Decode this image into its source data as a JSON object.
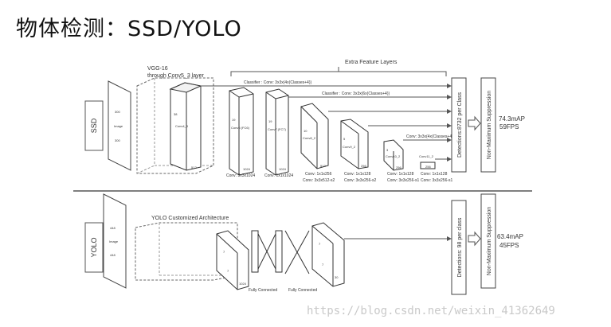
{
  "title": "物体检测：SSD/YOLO",
  "ssd": {
    "side_label": "SSD",
    "input_labels": [
      "300",
      "Image",
      "300"
    ],
    "base_label_line1": "VGG-16",
    "base_label_line2": "through Conv5_3 layer",
    "extra_layers_label": "Extra Feature Layers",
    "classifiers": [
      "Classifier : Conv: 3x3x(4x(Classes+4))",
      "Classifier : Conv: 3x3x(6x(Classes+4))",
      "Conv: 3x3x(4x(Classes+4))"
    ],
    "blocks": [
      {
        "name": "Conv4_3",
        "top": "38",
        "bottom": "512"
      },
      {
        "name": "Conv6 (FC6)",
        "top": "19",
        "bottom": "1024"
      },
      {
        "name": "Conv7 (FC7)",
        "top": "19",
        "bottom": "1024"
      },
      {
        "name": "Conv8_2",
        "top": "10",
        "bottom": "512"
      },
      {
        "name": "Conv9_2",
        "top": "5",
        "bottom": "256"
      },
      {
        "name": "Conv10_2",
        "top": "3",
        "bottom": "256"
      },
      {
        "name": "Conv11_2",
        "top": "",
        "bottom": "256"
      }
    ],
    "conv_captions": [
      [
        "Conv: 3x3x1024"
      ],
      [
        "Conv: 1x1x1024"
      ],
      [
        "Conv: 1x1x256",
        "Conv: 3x3x512-s2"
      ],
      [
        "Conv: 1x1x128",
        "Conv: 3x3x256-s2"
      ],
      [
        "Conv: 1x1x128",
        "Conv: 3x3x256-s1"
      ],
      [
        "Conv: 1x1x128",
        "Conv: 3x3x256-s1"
      ]
    ],
    "detections": "Detections:8732 per Class",
    "nms": "Non-Maximum Suppression",
    "map": "74.3mAP",
    "fps": "59FPS"
  },
  "yolo": {
    "side_label": "YOLO",
    "input_labels": [
      "448",
      "Image",
      "448"
    ],
    "arch_label": "YOLO Customized Architecture",
    "fc1": "Fully Connected",
    "fc2": "Fully Connected",
    "block_labels": [
      "7",
      "7",
      "1024",
      "7",
      "7",
      "30"
    ],
    "detections": "Detections: 98 per class",
    "nms": "Non-Maximum Suppression",
    "map": "63.4mAP",
    "fps": "45FPS"
  },
  "watermark": "https://blog.csdn.net/weixin_41362649"
}
